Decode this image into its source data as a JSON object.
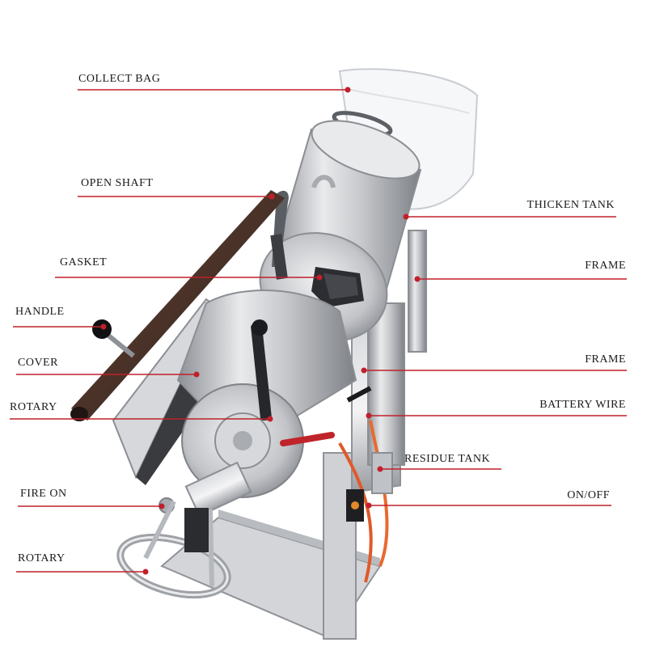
{
  "figure": {
    "subject": "stainless steel machine with labeled parts",
    "leader_color": "#c0202a",
    "labels": {
      "collect_bag": "COLLECT BAG",
      "open_shaft": "OPEN SHAFT",
      "gasket": "GASKET",
      "handle": "HANDLE",
      "cover": "COVER",
      "rotary_upper": "ROTARY",
      "fire_on": "FIRE ON",
      "rotary_lower": "ROTARY",
      "thicken_tank": "THICKEN TANK",
      "frame_upper": "FRAME",
      "frame_lower": "FRAME",
      "battery_wire": "BATTERY WIRE",
      "residue_tank": "RESIDUE TANK",
      "on_off": "ON/OFF"
    }
  }
}
